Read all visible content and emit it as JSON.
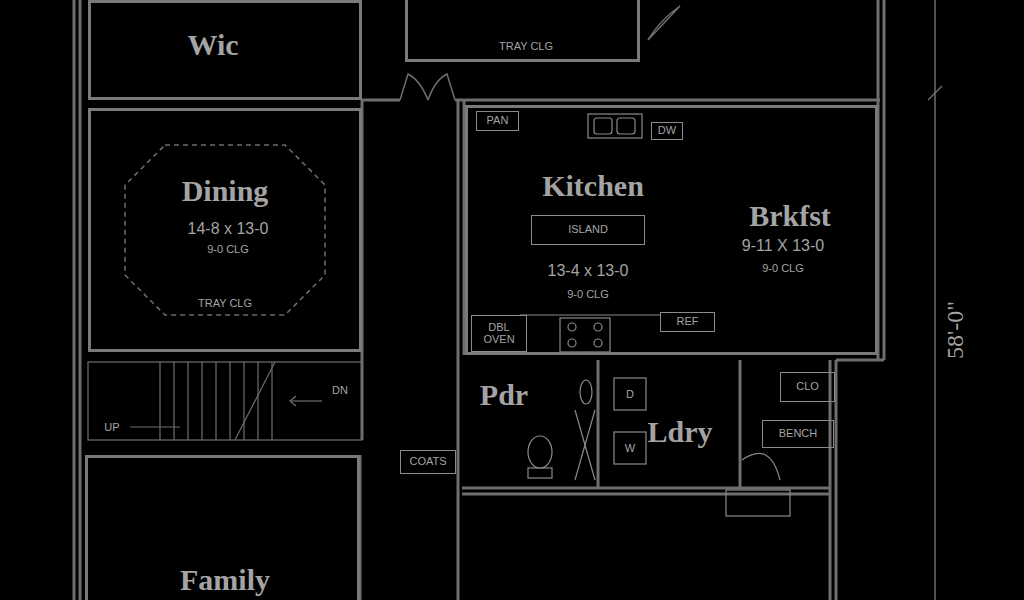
{
  "diagram": {
    "nodes": [
      {
        "text": [
          "Wic"
        ]
      },
      {
        "text": [
          "TRAY CLG"
        ]
      },
      {
        "text": [
          "Dining",
          "14-8 x 13-0",
          "9-0 CLG",
          "TRAY CLG"
        ]
      },
      {
        "text": [
          "Kitchen",
          "13-4 x 13-0",
          "9-0 CLG"
        ]
      },
      {
        "text": [
          "ISLAND"
        ],
        "in": 3
      },
      {
        "text": [
          "PAN"
        ],
        "in": 3
      },
      {
        "text": [
          "DW"
        ],
        "in": 3
      },
      {
        "text": [
          "DBL OVEN"
        ],
        "in": 3
      },
      {
        "text": [
          "REF"
        ],
        "in": 3
      },
      {
        "text": [
          "Brkfst",
          "9-11 X 13-0",
          "9-0 CLG"
        ]
      },
      {
        "text": [
          "Pdr"
        ]
      },
      {
        "text": [
          "Ldry"
        ]
      },
      {
        "text": [
          "CLO"
        ]
      },
      {
        "text": [
          "BENCH"
        ]
      },
      {
        "text": [
          "COATS"
        ]
      },
      {
        "text": [
          "Family"
        ]
      }
    ],
    "labels": [
      "DN",
      "UP",
      "D",
      "W",
      "58'-0\""
    ]
  }
}
